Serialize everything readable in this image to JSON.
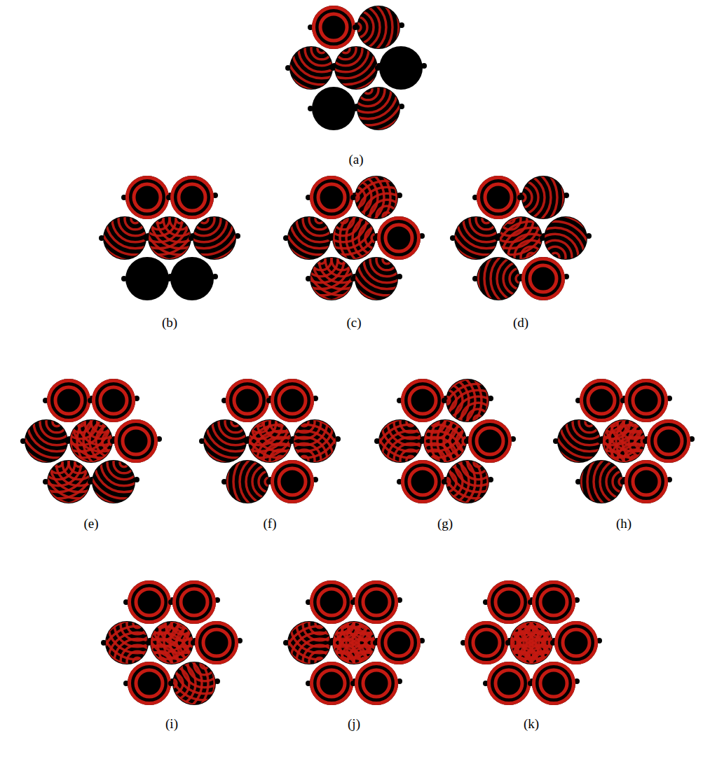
{
  "diagram": {
    "labels": [
      "(a)",
      "(b)",
      "(c)",
      "(d)",
      "(e)",
      "(f)",
      "(g)",
      "(h)",
      "(i)",
      "(j)",
      "(k)"
    ]
  }
}
